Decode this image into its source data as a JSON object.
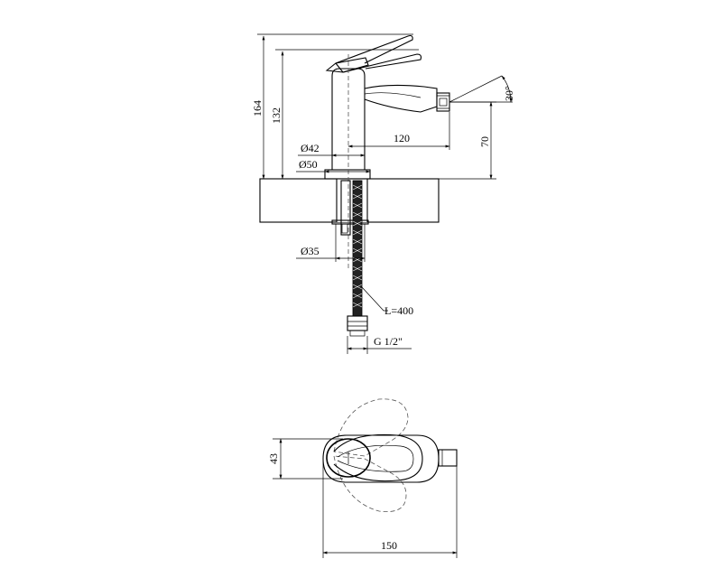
{
  "side_view": {
    "dims": {
      "height_total": "164",
      "height_spout": "132",
      "reach": "120",
      "spout_height": "70",
      "angle": "30°",
      "dia_body": "Ø42",
      "dia_base": "Ø50",
      "dia_shank": "Ø35",
      "hose_length": "L=400",
      "thread": "G 1/2\""
    }
  },
  "top_view": {
    "dims": {
      "depth": "43",
      "length": "150"
    }
  }
}
